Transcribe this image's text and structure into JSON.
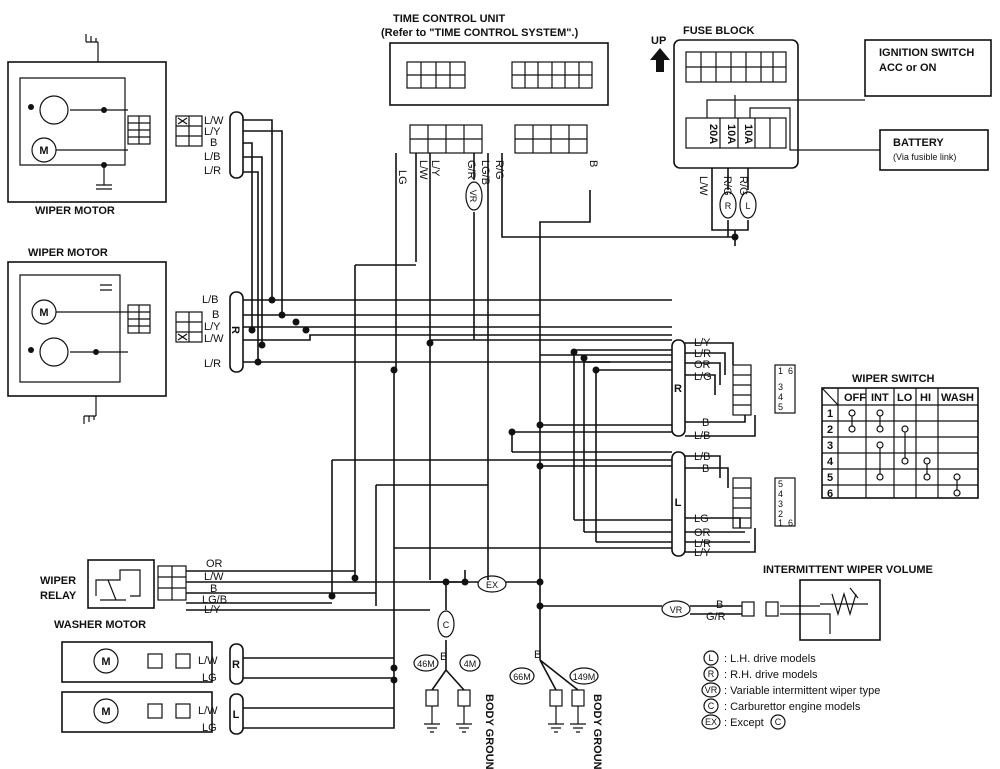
{
  "wiper_motor_lh": "WIPER MOTOR",
  "wiper_motor_rh": "WIPER MOTOR",
  "tcu": {
    "title": "TIME CONTROL UNIT",
    "subtitle": "(Refer to \"TIME CONTROL SYSTEM\".)"
  },
  "fuse_block": {
    "title": "FUSE BLOCK",
    "up": "UP",
    "fuses": [
      "20A",
      "10A",
      "10A"
    ]
  },
  "ignition": {
    "line1": "IGNITION SWITCH",
    "line2": "ACC or ON"
  },
  "battery": {
    "line1": "BATTERY",
    "line2": "(Via fusible link)"
  },
  "wiper_relay": {
    "line1": "WIPER",
    "line2": "RELAY"
  },
  "washer_motor": "WASHER MOTOR",
  "intermittent": "INTERMITTENT WIPER VOLUME",
  "wiper_switch": {
    "title": "WIPER SWITCH",
    "columns": [
      "OFF",
      "INT",
      "LO",
      "HI",
      "WASH"
    ],
    "rows": [
      "1",
      "2",
      "3",
      "4",
      "5",
      "6"
    ]
  },
  "connector_tags": {
    "r": "R",
    "l": "L"
  },
  "wire_labels": {
    "m1": [
      "L/W",
      "L/Y",
      "B",
      "L/B",
      "L/R"
    ],
    "m2": [
      "L/B",
      "B",
      "L/Y",
      "L/W",
      "L/R"
    ],
    "tcu": [
      "LG",
      "L/W",
      "L/Y",
      "G/R",
      "LG/B",
      "R/G",
      "B"
    ],
    "fuse": [
      "L/W",
      "R/G",
      "R/G"
    ],
    "sw_r": [
      "L/Y",
      "L/R",
      "OR",
      "L/G",
      "B",
      "L/B"
    ],
    "sw_l": [
      "L/B",
      "B",
      "LG",
      "OR",
      "L/R",
      "L/Y"
    ],
    "relay": [
      "OR",
      "L/W",
      "B",
      "LG/B",
      "L/Y"
    ],
    "washer_r": [
      "L/W",
      "LG"
    ],
    "washer_l": [
      "L/W",
      "LG"
    ],
    "vr": [
      "B",
      "G/R"
    ],
    "ground_b": [
      "B",
      "B"
    ]
  },
  "circle_tags": {
    "vr": "VR",
    "r": "R",
    "l": "L",
    "c": "C",
    "ex": "EX"
  },
  "grounds": {
    "g46": "46M",
    "g4": "4M",
    "g66": "66M",
    "g149": "149M",
    "body_ground": "BODY GROUND"
  },
  "legend": [
    {
      "sym": "L",
      "text": ": L.H. drive models"
    },
    {
      "sym": "R",
      "text": ": R.H. drive models"
    },
    {
      "sym": "VR",
      "text": ": Variable intermittent wiper type"
    },
    {
      "sym": "C",
      "text": ": Carburettor engine models"
    },
    {
      "sym": "EX",
      "text": ": Except"
    },
    {
      "sym": "C",
      "text": ""
    }
  ]
}
